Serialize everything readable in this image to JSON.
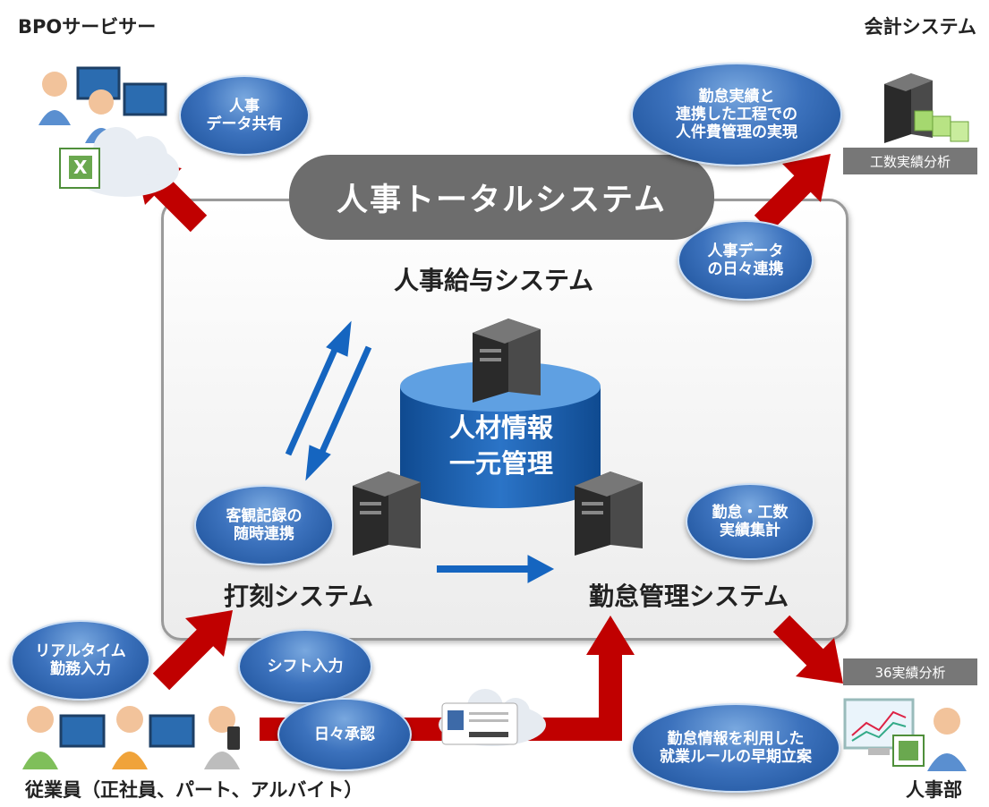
{
  "corners": {
    "bpo": "BPOサービサー",
    "accounting": "会計システム",
    "employees": "従業員（正社員、パート、アルバイト）",
    "hr": "人事部"
  },
  "banner": "人事トータルシステム",
  "systems": {
    "payroll": "人事給与システム",
    "timeclock": "打刻システム",
    "attendance": "勤怠管理システム"
  },
  "center": "人材情報\n一元管理",
  "bubbles": {
    "hr_data_share": "人事\nデータ共有",
    "labor_cost": "勤怠実績と\n連携した工程での\n人件費管理の実現",
    "daily_link": "人事データ\nの日々連携",
    "objective_record": "客観記録の\n随時連携",
    "attendance_summary": "勤怠・工数\n実績集計",
    "realtime_input": "リアルタイム\n勤務入力",
    "shift_input": "シフト入力",
    "daily_approval": "日々承認",
    "rule_proposal": "勤怠情報を利用した\n就業ルールの早期立案"
  },
  "tags": {
    "workhour_analysis": "工数実績分析",
    "analysis_36": "36実績分析"
  },
  "colors": {
    "red_arrow": "#c00000",
    "blue_arrow": "#1565c0",
    "bubble_blue": "#2f66b3",
    "banner_gray": "#6d6d6d"
  }
}
